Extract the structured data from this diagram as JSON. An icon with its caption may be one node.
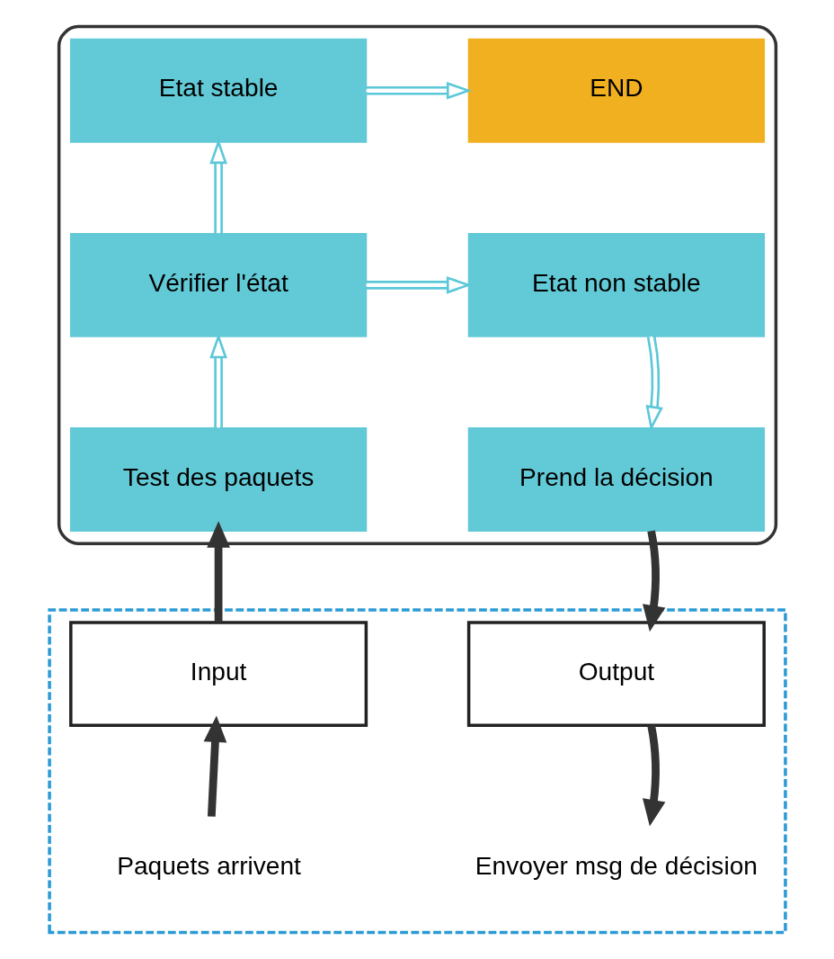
{
  "diagram": {
    "nodes": [
      {
        "text": [],
        "shape": "box"
      },
      {
        "text": [
          "Etat stable"
        ],
        "in": 0
      },
      {
        "text": [
          "END"
        ],
        "in": 0
      },
      {
        "text": [
          "Vérifier l'état"
        ],
        "in": 0
      },
      {
        "text": [
          "Etat non stable"
        ],
        "in": 0
      },
      {
        "text": [
          "Test des paquets"
        ],
        "in": 0
      },
      {
        "text": [
          "Prend la décision"
        ],
        "in": 0
      },
      {
        "text": [],
        "shape": "box"
      },
      {
        "text": [
          "Input"
        ],
        "in": 7
      },
      {
        "text": [
          "Output"
        ],
        "in": 7
      },
      {
        "text": [
          "Paquets arrivent"
        ],
        "in": 7
      },
      {
        "text": [
          "Envoyer msg de décision"
        ],
        "in": 7
      }
    ],
    "edges": [
      {
        "from": 1,
        "to": 2,
        "arrow": "to",
        "color": "#5bc8d8"
      },
      {
        "from": 3,
        "to": 1,
        "arrow": "to",
        "color": "#5bc8d8"
      },
      {
        "from": 3,
        "to": 4,
        "arrow": "to",
        "color": "#5bc8d8"
      },
      {
        "from": 4,
        "to": 6,
        "arrow": "to",
        "color": "#5bc8d8"
      },
      {
        "from": 5,
        "to": 3,
        "arrow": "to",
        "color": "#5bc8d8"
      },
      {
        "from": 8,
        "to": 5,
        "arrow": "to",
        "style": "thick",
        "color": "#333333"
      },
      {
        "from": 6,
        "to": 9,
        "arrow": "to",
        "style": "thick",
        "color": "#333333"
      },
      {
        "from": 10,
        "to": 8,
        "arrow": "to",
        "style": "thick",
        "color": "#333333"
      },
      {
        "from": 9,
        "to": 11,
        "arrow": "to",
        "style": "thick",
        "color": "#333333"
      }
    ]
  }
}
